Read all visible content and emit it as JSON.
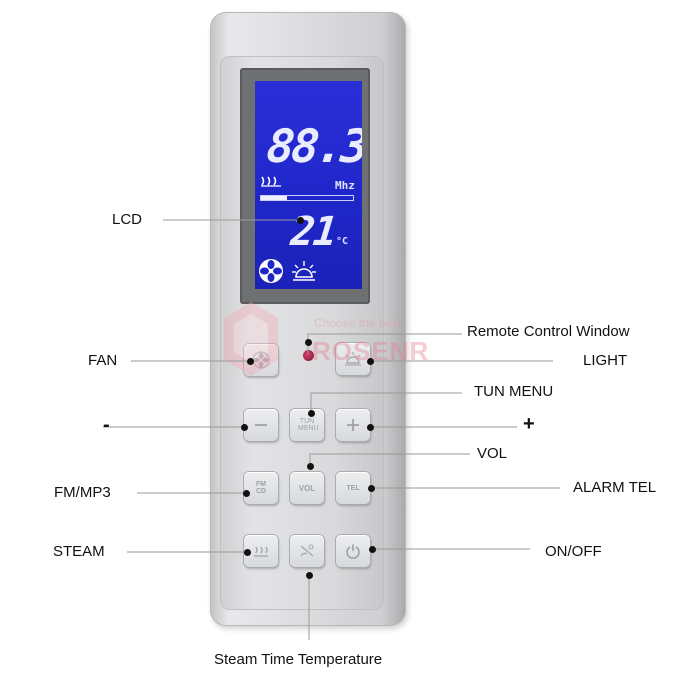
{
  "labels": {
    "lcd": "LCD",
    "remote_control_window": "Remote Control Window",
    "fan": "FAN",
    "light": "LIGHT",
    "tun_menu": "TUN MENU",
    "minus": "-",
    "plus": "+",
    "vol": "VOL",
    "fm_mp3": "FM/MP3",
    "alarm_tel": "ALARM TEL",
    "steam": "STEAM",
    "on_off": "ON/OFF",
    "steam_time_temperature": "Steam Time Temperature"
  },
  "display": {
    "frequency": "88.3",
    "frequency_unit": "Mhz",
    "temperature": "21",
    "temperature_unit": "°C",
    "volume_level": 0.28
  },
  "buttons": {
    "fm_cd": "FM CD",
    "tun_menu": "TUN MENU",
    "vol": "VOL",
    "tel": "TEL"
  },
  "watermark": {
    "brand": "ROSENR",
    "tagline": "Choose the best."
  },
  "colors": {
    "lcd_background": "#2228cc",
    "remote_window": "#b52a52",
    "panel": "#d9d9db"
  },
  "icons": {
    "fan": "fan-icon",
    "light": "light-icon",
    "minus": "minus-icon",
    "plus": "plus-icon",
    "steam": "steam-icon",
    "timer": "steam-time-icon",
    "power": "power-icon"
  }
}
